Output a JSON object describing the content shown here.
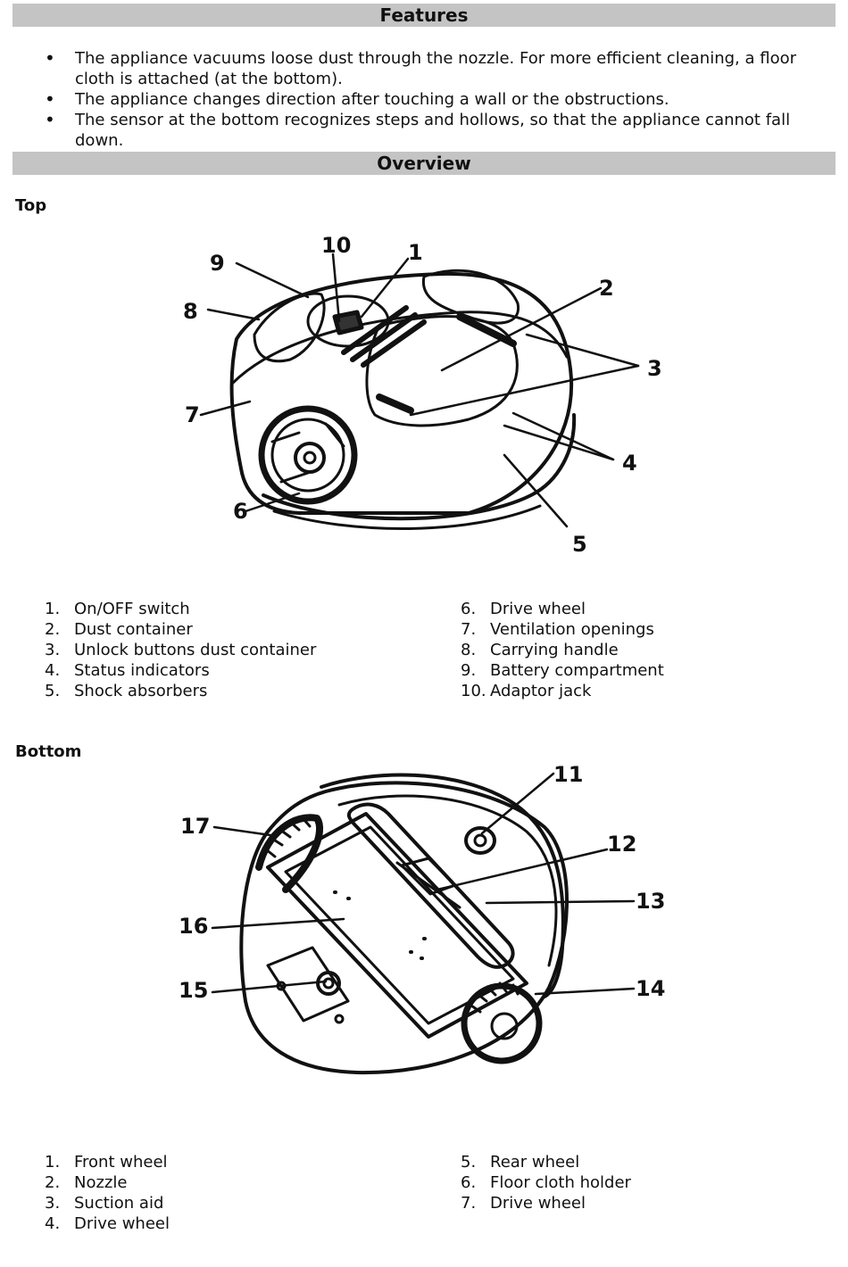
{
  "features": {
    "title": "Features",
    "bullets": [
      "The appliance vacuums loose dust through the nozzle. For more efficient cleaning, a floor cloth is attached (at the bottom).",
      "The appliance changes direction after touching a wall or the obstructions.",
      "The sensor at the bottom recognizes steps and hollows, so that the appliance cannot fall down."
    ]
  },
  "overview": {
    "title": "Overview",
    "top": {
      "heading": "Top",
      "callouts": [
        "1",
        "2",
        "3",
        "4",
        "5",
        "6",
        "7",
        "8",
        "9",
        "10"
      ],
      "legend_left": [
        {
          "num": "1.",
          "label": "On/OFF switch"
        },
        {
          "num": "2.",
          "label": "Dust container"
        },
        {
          "num": "3.",
          "label": "Unlock buttons dust container"
        },
        {
          "num": "4.",
          "label": "Status indicators"
        },
        {
          "num": "5.",
          "label": "Shock absorbers"
        }
      ],
      "legend_right": [
        {
          "num": "6.",
          "label": "Drive wheel"
        },
        {
          "num": "7.",
          "label": "Ventilation openings"
        },
        {
          "num": "8.",
          "label": "Carrying handle"
        },
        {
          "num": "9.",
          "label": "Battery compartment"
        },
        {
          "num": "10.",
          "label": "Adaptor jack"
        }
      ]
    },
    "bottom": {
      "heading": "Bottom",
      "callouts": [
        "11",
        "12",
        "13",
        "14",
        "15",
        "16",
        "17"
      ],
      "legend_left": [
        {
          "num": "1.",
          "label": "Front wheel"
        },
        {
          "num": "2.",
          "label": "Nozzle"
        },
        {
          "num": "3.",
          "label": "Suction aid"
        },
        {
          "num": "4.",
          "label": "Drive wheel"
        }
      ],
      "legend_right": [
        {
          "num": "5.",
          "label": "Rear wheel"
        },
        {
          "num": "6.",
          "label": "Floor cloth holder"
        },
        {
          "num": "7.",
          "label": "Drive wheel"
        }
      ]
    }
  }
}
